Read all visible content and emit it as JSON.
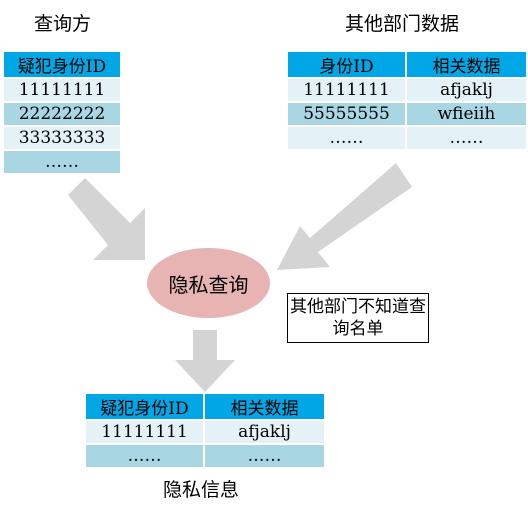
{
  "querier": {
    "title": "查询方",
    "table": {
      "header": "疑犯身份ID",
      "rows": [
        "11111111",
        "22222222",
        "33333333",
        "……"
      ]
    }
  },
  "department": {
    "title": "其他部门数据",
    "table": {
      "headers": [
        "身份ID",
        "相关数据"
      ],
      "rows": [
        [
          "11111111",
          "afjaklj"
        ],
        [
          "55555555",
          "wfieiih"
        ],
        [
          "……",
          "……"
        ]
      ]
    }
  },
  "process": {
    "label": "隐私查询",
    "note": "其他部门不知道查询名单"
  },
  "result": {
    "title": "隐私信息",
    "table": {
      "headers": [
        "疑犯身份ID",
        "相关数据"
      ],
      "rows": [
        [
          "11111111",
          "afjaklj"
        ],
        [
          "……",
          "……"
        ]
      ]
    }
  },
  "colors": {
    "header": "#00a7e6",
    "row_light": "#e4f1f6",
    "row_dark": "#a9d6e3",
    "ellipse": "#e7b3b3",
    "arrow": "#d4d4d4"
  }
}
